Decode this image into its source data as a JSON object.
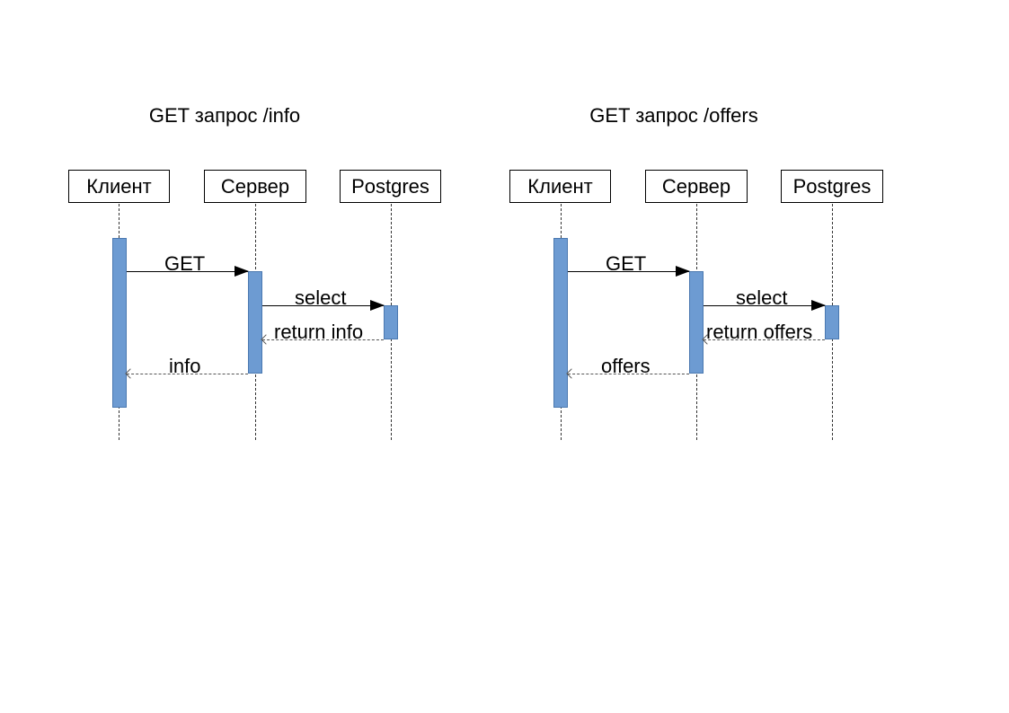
{
  "diagrams": [
    {
      "title": "GET запрос /info",
      "participants": [
        "Клиент",
        "Сервер",
        "Postgres"
      ],
      "messages": [
        {
          "label": "GET",
          "from": "Клиент",
          "to": "Сервер",
          "style": "solid"
        },
        {
          "label": "select",
          "from": "Сервер",
          "to": "Postgres",
          "style": "solid"
        },
        {
          "label": "return info",
          "from": "Postgres",
          "to": "Сервер",
          "style": "dashed"
        },
        {
          "label": "info",
          "from": "Сервер",
          "to": "Клиент",
          "style": "dashed"
        }
      ]
    },
    {
      "title": "GET запрос /offers",
      "participants": [
        "Клиент",
        "Сервер",
        "Postgres"
      ],
      "messages": [
        {
          "label": "GET",
          "from": "Клиент",
          "to": "Сервер",
          "style": "solid"
        },
        {
          "label": "select",
          "from": "Сервер",
          "to": "Postgres",
          "style": "solid"
        },
        {
          "label": "return offers",
          "from": "Postgres",
          "to": "Сервер",
          "style": "dashed"
        },
        {
          "label": "offers",
          "from": "Сервер",
          "to": "Клиент",
          "style": "dashed"
        }
      ]
    }
  ],
  "colors": {
    "activation_fill": "#6d9bd2",
    "activation_border": "#4a78b0",
    "line": "#000000"
  }
}
